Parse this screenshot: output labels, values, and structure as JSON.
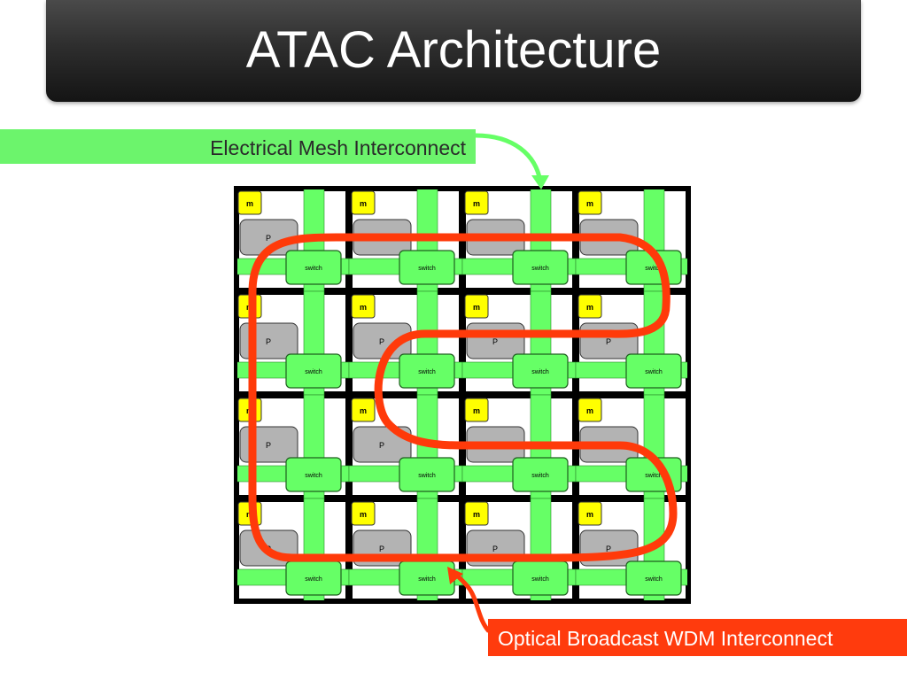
{
  "slide": {
    "title": "ATAC Architecture"
  },
  "labels": {
    "electrical": "Electrical Mesh Interconnect",
    "optical": "Optical Broadcast WDM Interconnect"
  },
  "tile": {
    "memory_label": "m",
    "processor_label": "P",
    "switch_label": "switch"
  },
  "grid": {
    "rows": 4,
    "cols": 4
  },
  "colors": {
    "mesh_green": "#66ff66",
    "memory_yellow": "#ffff00",
    "processor_gray": "#b3b3b3",
    "optical_red": "#ff3a0a",
    "grid_black": "#000000"
  }
}
